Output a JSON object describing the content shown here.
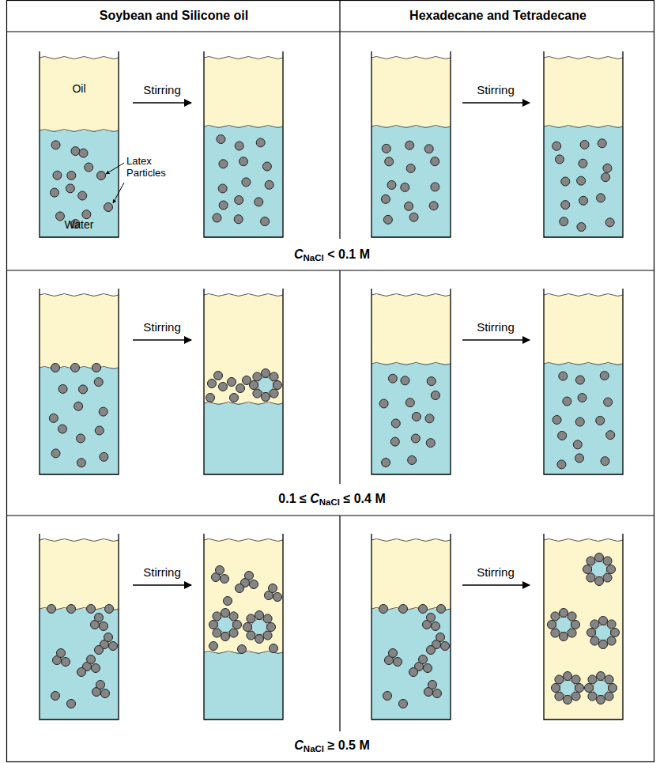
{
  "diagram": {
    "labels": [
      "Soybean and Silicone oil",
      "Hexadecane and Tetradecane",
      "Oil",
      "Latex Particles",
      "Water",
      "Stirring",
      "Stirring",
      "CNaCl < 0.1 M",
      "Stirring",
      "Stirring",
      "0.1 ≤ CNaCl ≤ 0.4 M",
      "Stirring",
      "Stirring",
      "CNaCl ≥ 0.5 M"
    ]
  }
}
